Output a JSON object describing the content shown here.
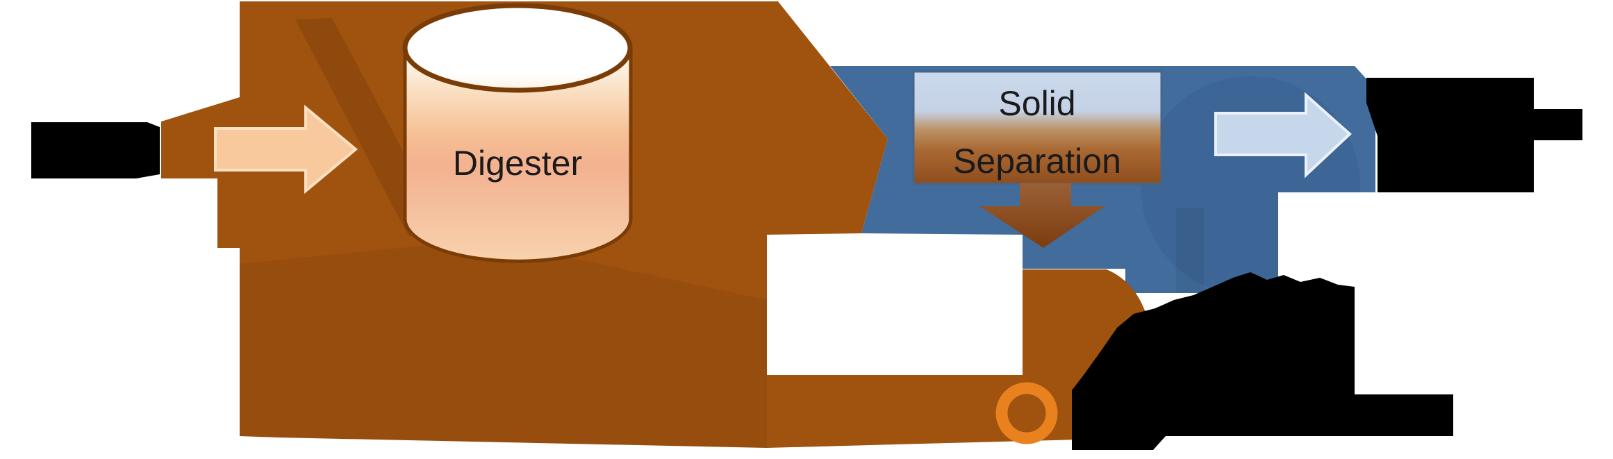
{
  "diagram": {
    "type": "process-flow",
    "digester": {
      "label": "Digester",
      "shape": "cylinder"
    },
    "solid_separation": {
      "line1": "Solid",
      "line2": "Separation"
    },
    "redacted_blocks": [
      {
        "id": "left-of-feed-arrow"
      },
      {
        "id": "right-of-effluent-arrow"
      },
      {
        "id": "bottom-right-of-down-arrow"
      }
    ],
    "icons": {
      "ring": "orange-ring-icon"
    },
    "colors": {
      "background": "#FFFFFF",
      "flow_brown": "#A0520F",
      "flow_blue": "#416C9C",
      "flow_blue_disc": "#3A6190",
      "feed_arrow_fill": "#F9C99E",
      "feed_arrow_stroke": "#FBE0C2",
      "effluent_arrow_fill": "#C7D7EB",
      "effluent_arrow_stroke": "#EAF1F9",
      "down_arrow_top": "#9A6036",
      "down_arrow_bottom": "#7C3D0E",
      "box_top": "#CBD9ED",
      "box_bottom": "#8E4D1E",
      "cylinder_outline": "#7A3C06",
      "ring_orange": "#E8811E",
      "redaction_black": "#000000",
      "text_black": "#1A1A1A"
    }
  }
}
